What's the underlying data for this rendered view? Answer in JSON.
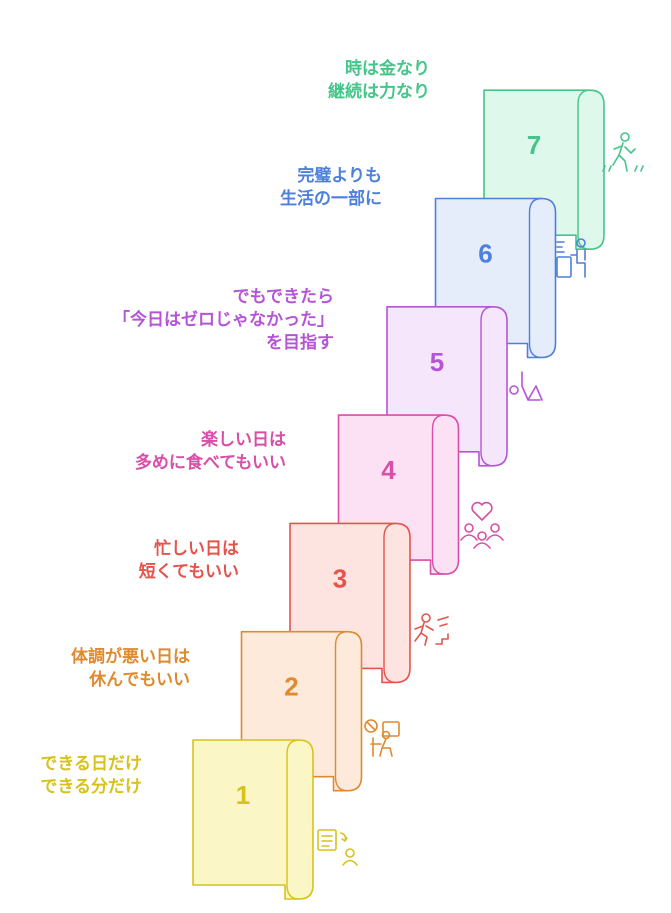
{
  "steps": [
    {
      "number": "1",
      "color": "#d6c21b",
      "fill": "#fbf6c6",
      "text": [
        "できる日だけ",
        "できる分だけ"
      ],
      "icon": "schedule-person-icon"
    },
    {
      "number": "2",
      "color": "#df8a2e",
      "fill": "#fdeadb",
      "text": [
        "体調が悪い日は",
        "休んでもいい"
      ],
      "icon": "rest-at-desk-icon"
    },
    {
      "number": "3",
      "color": "#e4544c",
      "fill": "#fde4e1",
      "text": [
        "忙しい日は",
        "短くてもいい"
      ],
      "icon": "hurrying-person-icon"
    },
    {
      "number": "4",
      "color": "#d74fa6",
      "fill": "#fbe1f3",
      "text": [
        "楽しい日は",
        "多めに食べてもいい"
      ],
      "icon": "sharing-love-icon"
    },
    {
      "number": "5",
      "color": "#b455d6",
      "fill": "#f6e6fb",
      "text": [
        "でもできたら",
        "「今日はゼロじゃなかった」",
        "を目指す"
      ],
      "icon": "stretching-person-icon"
    },
    {
      "number": "6",
      "color": "#4d7fdc",
      "fill": "#e5edfb",
      "text": [
        "完璧よりも",
        "生活の一部に"
      ],
      "icon": "desk-work-icon"
    },
    {
      "number": "7",
      "color": "#45c58a",
      "fill": "#dff8ec",
      "text": [
        "時は金なり",
        "継続は力なり"
      ],
      "icon": "walking-person-icon"
    }
  ]
}
